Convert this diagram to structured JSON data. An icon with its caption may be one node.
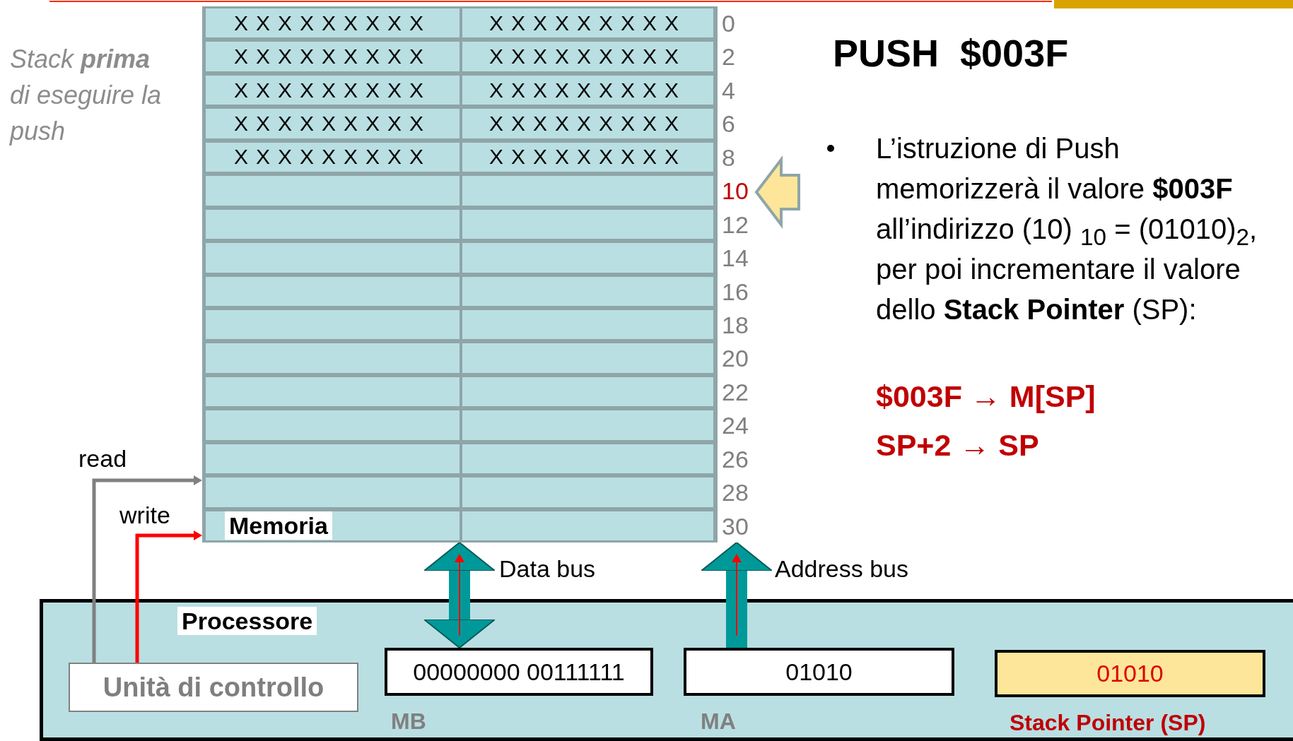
{
  "diagram": {
    "title": "PUSH  $003F",
    "nodes": [
      {
        "text": [
          "Memoria"
        ],
        "beside": [
          "0",
          "2",
          "4",
          "6",
          "8",
          "10",
          "12",
          "14",
          "16",
          "18",
          "20",
          "22",
          "24",
          "26",
          "28",
          "30"
        ]
      },
      {
        "text": [
          "Processore"
        ]
      },
      {
        "text": [
          "Unità di controllo"
        ],
        "in": 1
      },
      {
        "text": [
          "00000000 00111111"
        ],
        "beside": [
          "MB"
        ],
        "in": 1
      },
      {
        "text": [
          "01010"
        ],
        "beside": [
          "MA"
        ],
        "in": 1
      },
      {
        "text": [
          "01010"
        ],
        "beside": [
          "Stack Pointer (SP)"
        ],
        "in": 1
      }
    ],
    "edges": [
      {
        "from": 2,
        "to": 0,
        "arrow": "to",
        "label": "read",
        "color": "#808080"
      },
      {
        "from": 2,
        "to": 0,
        "arrow": "to",
        "label": "write",
        "color": "#ff0000"
      },
      {
        "from": 3,
        "to": 0,
        "arrow": "both",
        "label": "Data bus",
        "style": "thick",
        "color": "#009999"
      },
      {
        "from": 4,
        "to": 0,
        "arrow": "to",
        "label": "Address bus",
        "style": "thick",
        "color": "#009999"
      }
    ],
    "labels": [
      "Stack **prima** di eseguire la push",
      "XXXXXXXXX",
      "XXXXXXXXX",
      "XXXXXXXXX",
      "XXXXXXXXX",
      "XXXXXXXXX",
      "XXXXXXXXX",
      "XXXXXXXXX",
      "XXXXXXXXX",
      "XXXXXXXXX",
      "XXXXXXXXX",
      "L’istruzione di Push memorizzerà il valore **$003F** all’indirizzo (10) $_{10}$ = (01010)$_{2}$, per poi incrementare il valore dello **Stack Pointer** (SP):",
      "$003F → M[SP]",
      "SP+2 → SP"
    ]
  }
}
